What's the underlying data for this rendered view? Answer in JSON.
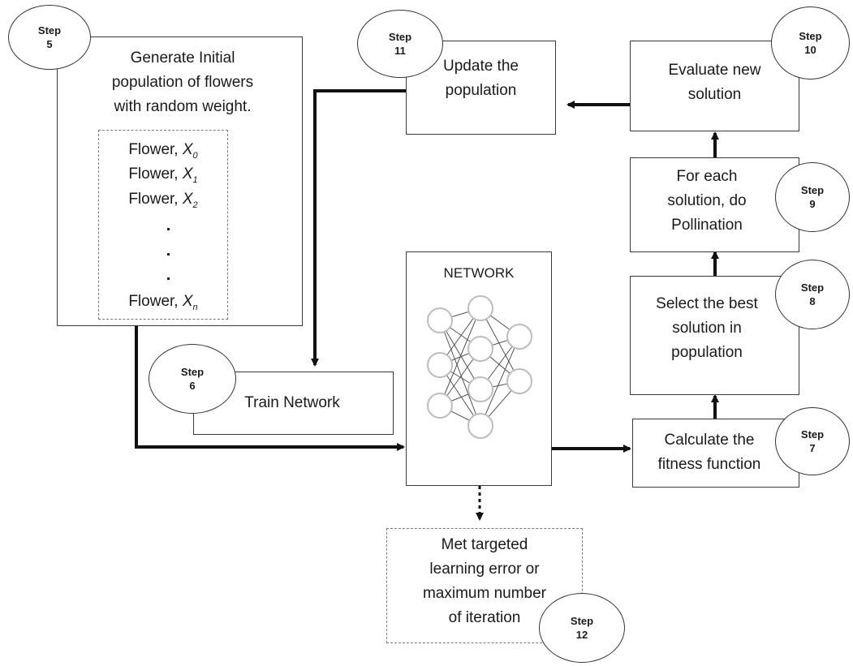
{
  "step5": {
    "title": "Generate Initial population of flowers with random weight.",
    "line1": "Generate Initial",
    "line2": "population of flowers",
    "line3": "with random weight.",
    "flowers": [
      {
        "label": "Flower,",
        "var": "X",
        "sub": "0"
      },
      {
        "label": "Flower,",
        "var": "X",
        "sub": "1"
      },
      {
        "label": "Flower,",
        "var": "X",
        "sub": "2"
      },
      {
        "label": "Flower,",
        "var": "X",
        "sub": "n"
      }
    ]
  },
  "step6": {
    "text": "Train Network"
  },
  "network": {
    "label": "NETWORK"
  },
  "step7": {
    "line1": "Calculate the",
    "line2": "fitness function"
  },
  "step8": {
    "line1": "Select the best",
    "line2": "solution in",
    "line3": "population"
  },
  "step9": {
    "line1": "For each",
    "line2": "solution, do",
    "line3": "Pollination"
  },
  "step10": {
    "line1": "Evaluate new",
    "line2": "solution"
  },
  "step11": {
    "line1": "Update the",
    "line2": "population"
  },
  "step12": {
    "line1": "Met targeted",
    "line2": "learning error or",
    "line3": "maximum number",
    "line4": "of iteration"
  },
  "steps": {
    "s5": {
      "word": "Step",
      "num": "5"
    },
    "s6": {
      "word": "Step",
      "num": "6"
    },
    "s7": {
      "word": "Step",
      "num": "7"
    },
    "s8": {
      "word": "Step",
      "num": "8"
    },
    "s9": {
      "word": "Step",
      "num": "9"
    },
    "s10": {
      "word": "Step",
      "num": "10"
    },
    "s11": {
      "word": "Step",
      "num": "11"
    },
    "s12": {
      "word": "Step",
      "num": "12"
    }
  },
  "colors": {
    "line": "#111111",
    "border": "#3a3a3a",
    "node": "#bdbdbd"
  }
}
